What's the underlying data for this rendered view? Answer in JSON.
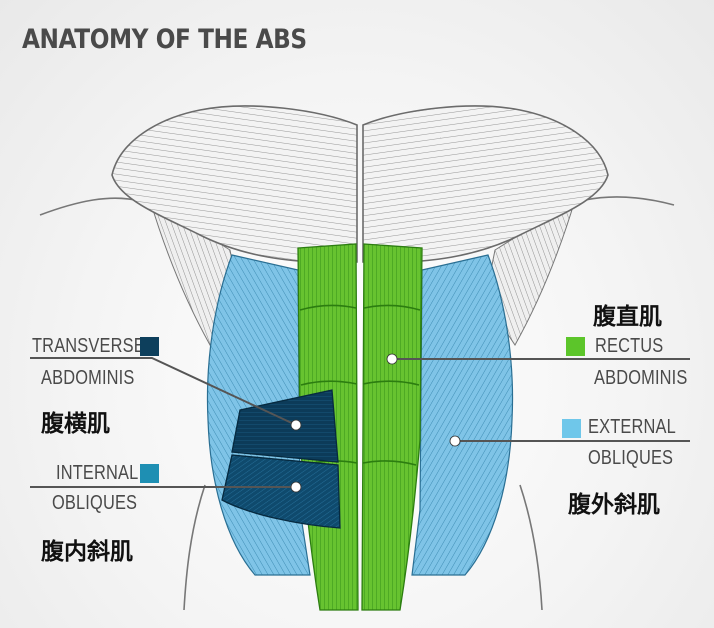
{
  "title": "ANATOMY OF THE ABS",
  "labels": {
    "transverse": {
      "line1": "TRANSVERSE",
      "line2": "ABDOMINIS",
      "cn": "腹横肌",
      "color": "#0d3f5c"
    },
    "internal": {
      "line1": "INTERNAL",
      "line2": "OBLIQUES",
      "cn": "腹内斜肌",
      "color": "#1e8fb3"
    },
    "rectus": {
      "line1": "RECTUS",
      "line2": "ABDOMINIS",
      "cn": "腹直肌",
      "color": "#5cc52a"
    },
    "external": {
      "line1": "EXTERNAL",
      "line2": "OBLIQUES",
      "cn": "腹外斜肌",
      "color": "#6fc7ea"
    }
  },
  "colors": {
    "pectoral": "#f2f2f2",
    "rectus_muscle": "#66c22e",
    "external_obliques": "#7ec3e6",
    "transverse_abdominis": "#0b3a58",
    "internal_obliques": "#114d73"
  }
}
